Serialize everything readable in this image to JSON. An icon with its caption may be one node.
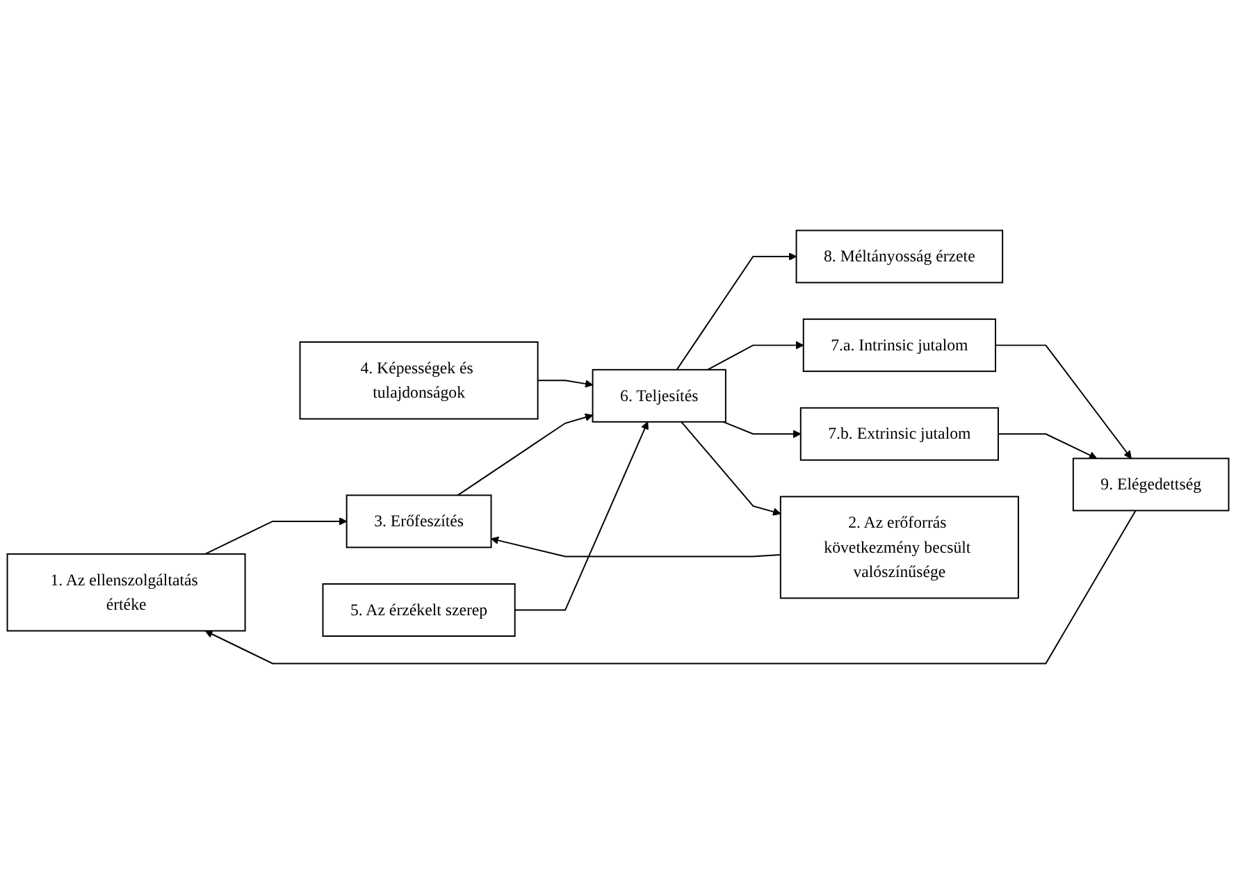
{
  "diagram": {
    "nodes": [
      {
        "text": [
          "1. Az ellenszolgáltatás értéke"
        ]
      },
      {
        "text": [
          "4. Képességek és tulajdonságok"
        ]
      },
      {
        "text": [
          "8. Méltányosság érzete"
        ]
      },
      {
        "text": [
          "7.a. Intrinsic jutalom"
        ]
      },
      {
        "text": [
          "3. Erőfeszítés"
        ]
      },
      {
        "text": [
          "6. Teljesítés"
        ]
      },
      {
        "text": [
          "7.b. Extrinsic jutalom"
        ]
      },
      {
        "text": [
          "5. Az érzékelt szerep"
        ]
      },
      {
        "text": [
          "2. Az erőforrás következmény becsült valószínűsége"
        ]
      },
      {
        "text": [
          "9. Elégedettség"
        ]
      }
    ],
    "edges": [
      {
        "from": 0,
        "to": 4,
        "arrow": "to"
      },
      {
        "from": 8,
        "to": 4,
        "arrow": "to"
      },
      {
        "from": 4,
        "to": 5,
        "arrow": "to"
      },
      {
        "from": 1,
        "to": 5,
        "arrow": "to"
      },
      {
        "from": 7,
        "to": 5,
        "arrow": "to"
      },
      {
        "from": 5,
        "to": 2,
        "arrow": "to"
      },
      {
        "from": 5,
        "to": 3,
        "arrow": "to"
      },
      {
        "from": 5,
        "to": 6,
        "arrow": "to"
      },
      {
        "from": 3,
        "to": 9,
        "arrow": "to"
      },
      {
        "from": 6,
        "to": 9,
        "arrow": "to"
      },
      {
        "from": 5,
        "to": 8,
        "arrow": "to"
      },
      {
        "from": 9,
        "to": 0,
        "arrow": "to"
      }
    ]
  }
}
